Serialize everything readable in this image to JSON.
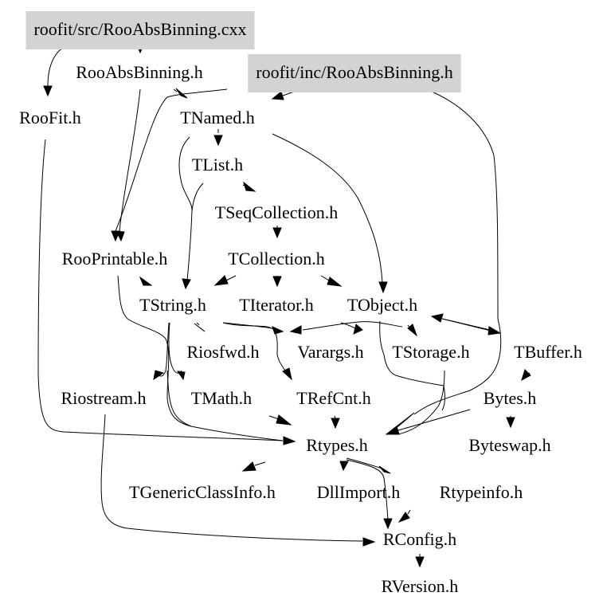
{
  "diagram": {
    "type": "include-dependency-graph",
    "root": "roofit/src/RooAbsBinning.cxx",
    "nodes": [
      {
        "id": "src_cxx",
        "label": "roofit/src/RooAbsBinning.cxx",
        "highlighted": true
      },
      {
        "id": "RooAbsBinning_h",
        "label": "RooAbsBinning.h",
        "highlighted": false
      },
      {
        "id": "inc_h",
        "label": "roofit/inc/RooAbsBinning.h",
        "highlighted": true
      },
      {
        "id": "RooFit_h",
        "label": "RooFit.h",
        "highlighted": false
      },
      {
        "id": "TNamed_h",
        "label": "TNamed.h",
        "highlighted": false
      },
      {
        "id": "TList_h",
        "label": "TList.h",
        "highlighted": false
      },
      {
        "id": "TSeqCollection_h",
        "label": "TSeqCollection.h",
        "highlighted": false
      },
      {
        "id": "RooPrintable_h",
        "label": "RooPrintable.h",
        "highlighted": false
      },
      {
        "id": "TCollection_h",
        "label": "TCollection.h",
        "highlighted": false
      },
      {
        "id": "TString_h",
        "label": "TString.h",
        "highlighted": false
      },
      {
        "id": "TIterator_h",
        "label": "TIterator.h",
        "highlighted": false
      },
      {
        "id": "TObject_h",
        "label": "TObject.h",
        "highlighted": false
      },
      {
        "id": "Riosfwd_h",
        "label": "Riosfwd.h",
        "highlighted": false
      },
      {
        "id": "Varargs_h",
        "label": "Varargs.h",
        "highlighted": false
      },
      {
        "id": "TStorage_h",
        "label": "TStorage.h",
        "highlighted": false
      },
      {
        "id": "TBuffer_h",
        "label": "TBuffer.h",
        "highlighted": false
      },
      {
        "id": "Riostream_h",
        "label": "Riostream.h",
        "highlighted": false
      },
      {
        "id": "TMath_h",
        "label": "TMath.h",
        "highlighted": false
      },
      {
        "id": "TRefCnt_h",
        "label": "TRefCnt.h",
        "highlighted": false
      },
      {
        "id": "Bytes_h",
        "label": "Bytes.h",
        "highlighted": false
      },
      {
        "id": "Rtypes_h",
        "label": "Rtypes.h",
        "highlighted": false
      },
      {
        "id": "Byteswap_h",
        "label": "Byteswap.h",
        "highlighted": false
      },
      {
        "id": "TGenericClassInfo_h",
        "label": "TGenericClassInfo.h",
        "highlighted": false
      },
      {
        "id": "DllImport_h",
        "label": "DllImport.h",
        "highlighted": false
      },
      {
        "id": "Rtypeinfo_h",
        "label": "Rtypeinfo.h",
        "highlighted": false
      },
      {
        "id": "RConfig_h",
        "label": "RConfig.h",
        "highlighted": false
      },
      {
        "id": "RVersion_h",
        "label": "RVersion.h",
        "highlighted": false
      }
    ],
    "edges": [
      {
        "from": "src_cxx",
        "to": "RooAbsBinning_h"
      },
      {
        "from": "src_cxx",
        "to": "RooFit_h"
      },
      {
        "from": "RooAbsBinning_h",
        "to": "TNamed_h"
      },
      {
        "from": "RooAbsBinning_h",
        "to": "RooPrintable_h"
      },
      {
        "from": "inc_h",
        "to": "TNamed_h"
      },
      {
        "from": "inc_h",
        "to": "RooPrintable_h"
      },
      {
        "from": "inc_h",
        "to": "Rtypes_h"
      },
      {
        "from": "RooFit_h",
        "to": "Rtypes_h"
      },
      {
        "from": "TNamed_h",
        "to": "TList_h"
      },
      {
        "from": "TNamed_h",
        "to": "TString_h"
      },
      {
        "from": "TNamed_h",
        "to": "TObject_h"
      },
      {
        "from": "TList_h",
        "to": "TSeqCollection_h"
      },
      {
        "from": "TList_h",
        "to": "TString_h"
      },
      {
        "from": "TSeqCollection_h",
        "to": "TCollection_h"
      },
      {
        "from": "RooPrintable_h",
        "to": "TString_h"
      },
      {
        "from": "RooPrintable_h",
        "to": "Rtypes_h"
      },
      {
        "from": "TCollection_h",
        "to": "TString_h"
      },
      {
        "from": "TCollection_h",
        "to": "TIterator_h"
      },
      {
        "from": "TCollection_h",
        "to": "TObject_h"
      },
      {
        "from": "TString_h",
        "to": "Riosfwd_h"
      },
      {
        "from": "TString_h",
        "to": "Varargs_h"
      },
      {
        "from": "TString_h",
        "to": "TRefCnt_h"
      },
      {
        "from": "TString_h",
        "to": "TMath_h"
      },
      {
        "from": "TString_h",
        "to": "Riostream_h"
      },
      {
        "from": "TString_h",
        "to": "Rtypes_h"
      },
      {
        "from": "TObject_h",
        "to": "Varargs_h"
      },
      {
        "from": "TObject_h",
        "to": "TStorage_h"
      },
      {
        "from": "TObject_h",
        "to": "TBuffer_h"
      },
      {
        "from": "TObject_h",
        "to": "Rtypes_h"
      },
      {
        "from": "TBuffer_h",
        "to": "TObject_h"
      },
      {
        "from": "TBuffer_h",
        "to": "Bytes_h"
      },
      {
        "from": "TStorage_h",
        "to": "Rtypes_h"
      },
      {
        "from": "TMath_h",
        "to": "Rtypes_h"
      },
      {
        "from": "TRefCnt_h",
        "to": "Rtypes_h"
      },
      {
        "from": "Bytes_h",
        "to": "Rtypes_h"
      },
      {
        "from": "Bytes_h",
        "to": "Byteswap_h"
      },
      {
        "from": "Riostream_h",
        "to": "RConfig_h"
      },
      {
        "from": "Rtypes_h",
        "to": "TGenericClassInfo_h"
      },
      {
        "from": "Rtypes_h",
        "to": "DllImport_h"
      },
      {
        "from": "Rtypes_h",
        "to": "Rtypeinfo_h"
      },
      {
        "from": "Rtypes_h",
        "to": "RConfig_h"
      },
      {
        "from": "Rtypeinfo_h",
        "to": "RConfig_h"
      },
      {
        "from": "RConfig_h",
        "to": "RVersion_h"
      }
    ]
  },
  "colors": {
    "highlight_fill": "#d3d3d3",
    "edge": "#000000",
    "text": "#000000",
    "background": "#ffffff"
  }
}
